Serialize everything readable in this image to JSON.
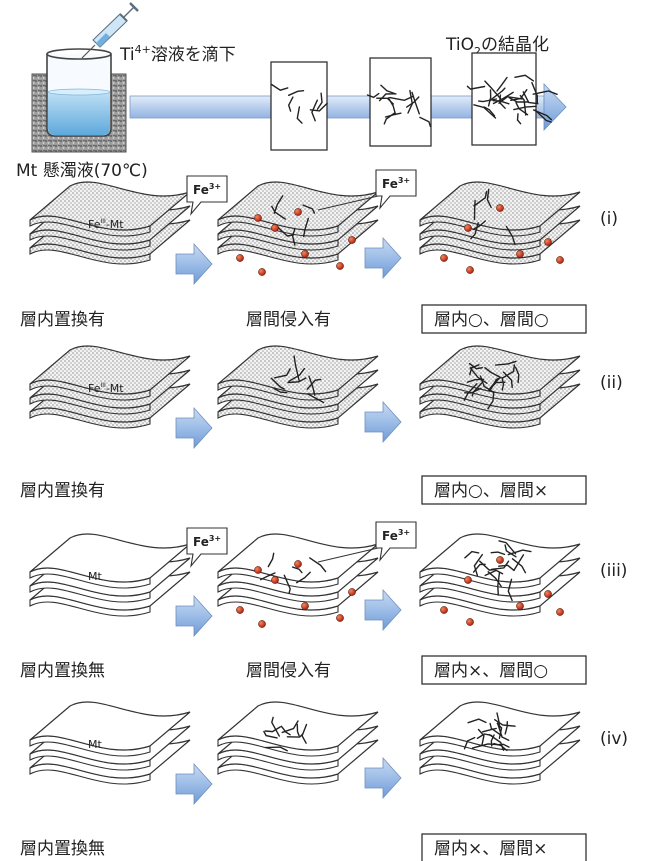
{
  "top": {
    "syringe_label": "Ti",
    "syringe_sup": "4+",
    "syringe_rest": "溶液を滴下",
    "crystal_label_pre": "TiO",
    "crystal_label_sub": "2",
    "crystal_label_post": "の結晶化",
    "beaker_label": "Mt 懸濁液(70℃)"
  },
  "fe_tag": {
    "base": "Fe",
    "sup": "3+"
  },
  "rows": [
    {
      "roman": "(i)",
      "sheet_label": "FeIII-Mt",
      "left_caption": "層内置換有",
      "middle_caption": "層間侵入有",
      "result": "層内○、層間○"
    },
    {
      "roman": "(ii)",
      "sheet_label": "FeIII-Mt",
      "left_caption": "層内置換有",
      "middle_caption": "",
      "result": "層内○、層間×"
    },
    {
      "roman": "(iii)",
      "sheet_label": "Mt",
      "left_caption": "層内置換無",
      "middle_caption": "層間侵入有",
      "result": "層内×、層間○"
    },
    {
      "roman": "(iv)",
      "sheet_label": "Mt",
      "left_caption": "層内置換無",
      "middle_caption": "",
      "result": "層内×、層間×"
    }
  ]
}
